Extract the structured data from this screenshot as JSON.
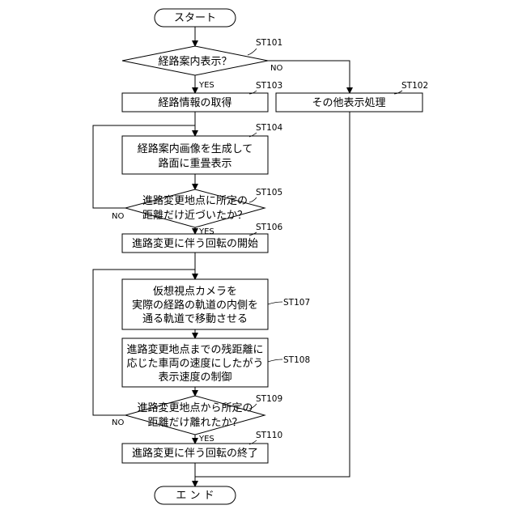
{
  "nodes": {
    "start": "スタート",
    "d101": "経路案内表示？",
    "p102": "その他表示処理",
    "p103": "経路情報の取得",
    "p104": [
      "経路案内画像を生成して",
      "路面に重畳表示"
    ],
    "d105": [
      "進路変更地点に所定の",
      "距離だけ近づいたか？"
    ],
    "p106": "進路変更に伴う回転の開始",
    "p107": [
      "仮想視点カメラを",
      "実際の経路の軌道の内側を",
      "通る軌道で移動させる"
    ],
    "p108": [
      "進路変更地点までの残距離に",
      "応じた車両の速度にしたがう",
      "表示速度の制御"
    ],
    "d109": [
      "進路変更地点から所定の",
      "距離だけ離れたか？"
    ],
    "p110": "進路変更に伴う回転の終了",
    "end": "エ ン ド"
  },
  "step_ids": {
    "st101": "ST101",
    "st102": "ST102",
    "st103": "ST103",
    "st104": "ST104",
    "st105": "ST105",
    "st106": "ST106",
    "st107": "ST107",
    "st108": "ST108",
    "st109": "ST109",
    "st110": "ST110"
  },
  "branch_labels": {
    "d101_yes": "YES",
    "d101_no": "NO",
    "d105_yes": "YES",
    "d105_no": "NO",
    "d109_yes": "YES",
    "d109_no": "NO"
  }
}
